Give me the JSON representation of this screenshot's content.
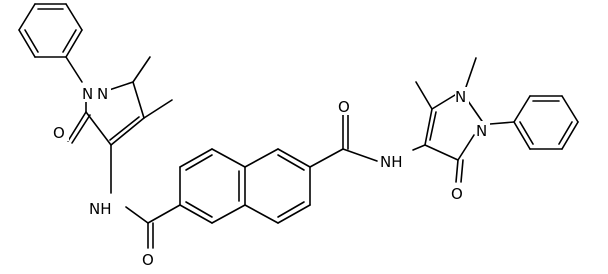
{
  "atom_labels": {
    "o_left": "O",
    "n1_left": "N",
    "n2_left": "N",
    "nh_left": "NH",
    "o_amide_left": "O",
    "o_amide_right": "O",
    "nh_right": "NH",
    "n1_right": "N",
    "n2_right": "N",
    "o_right": "O"
  }
}
